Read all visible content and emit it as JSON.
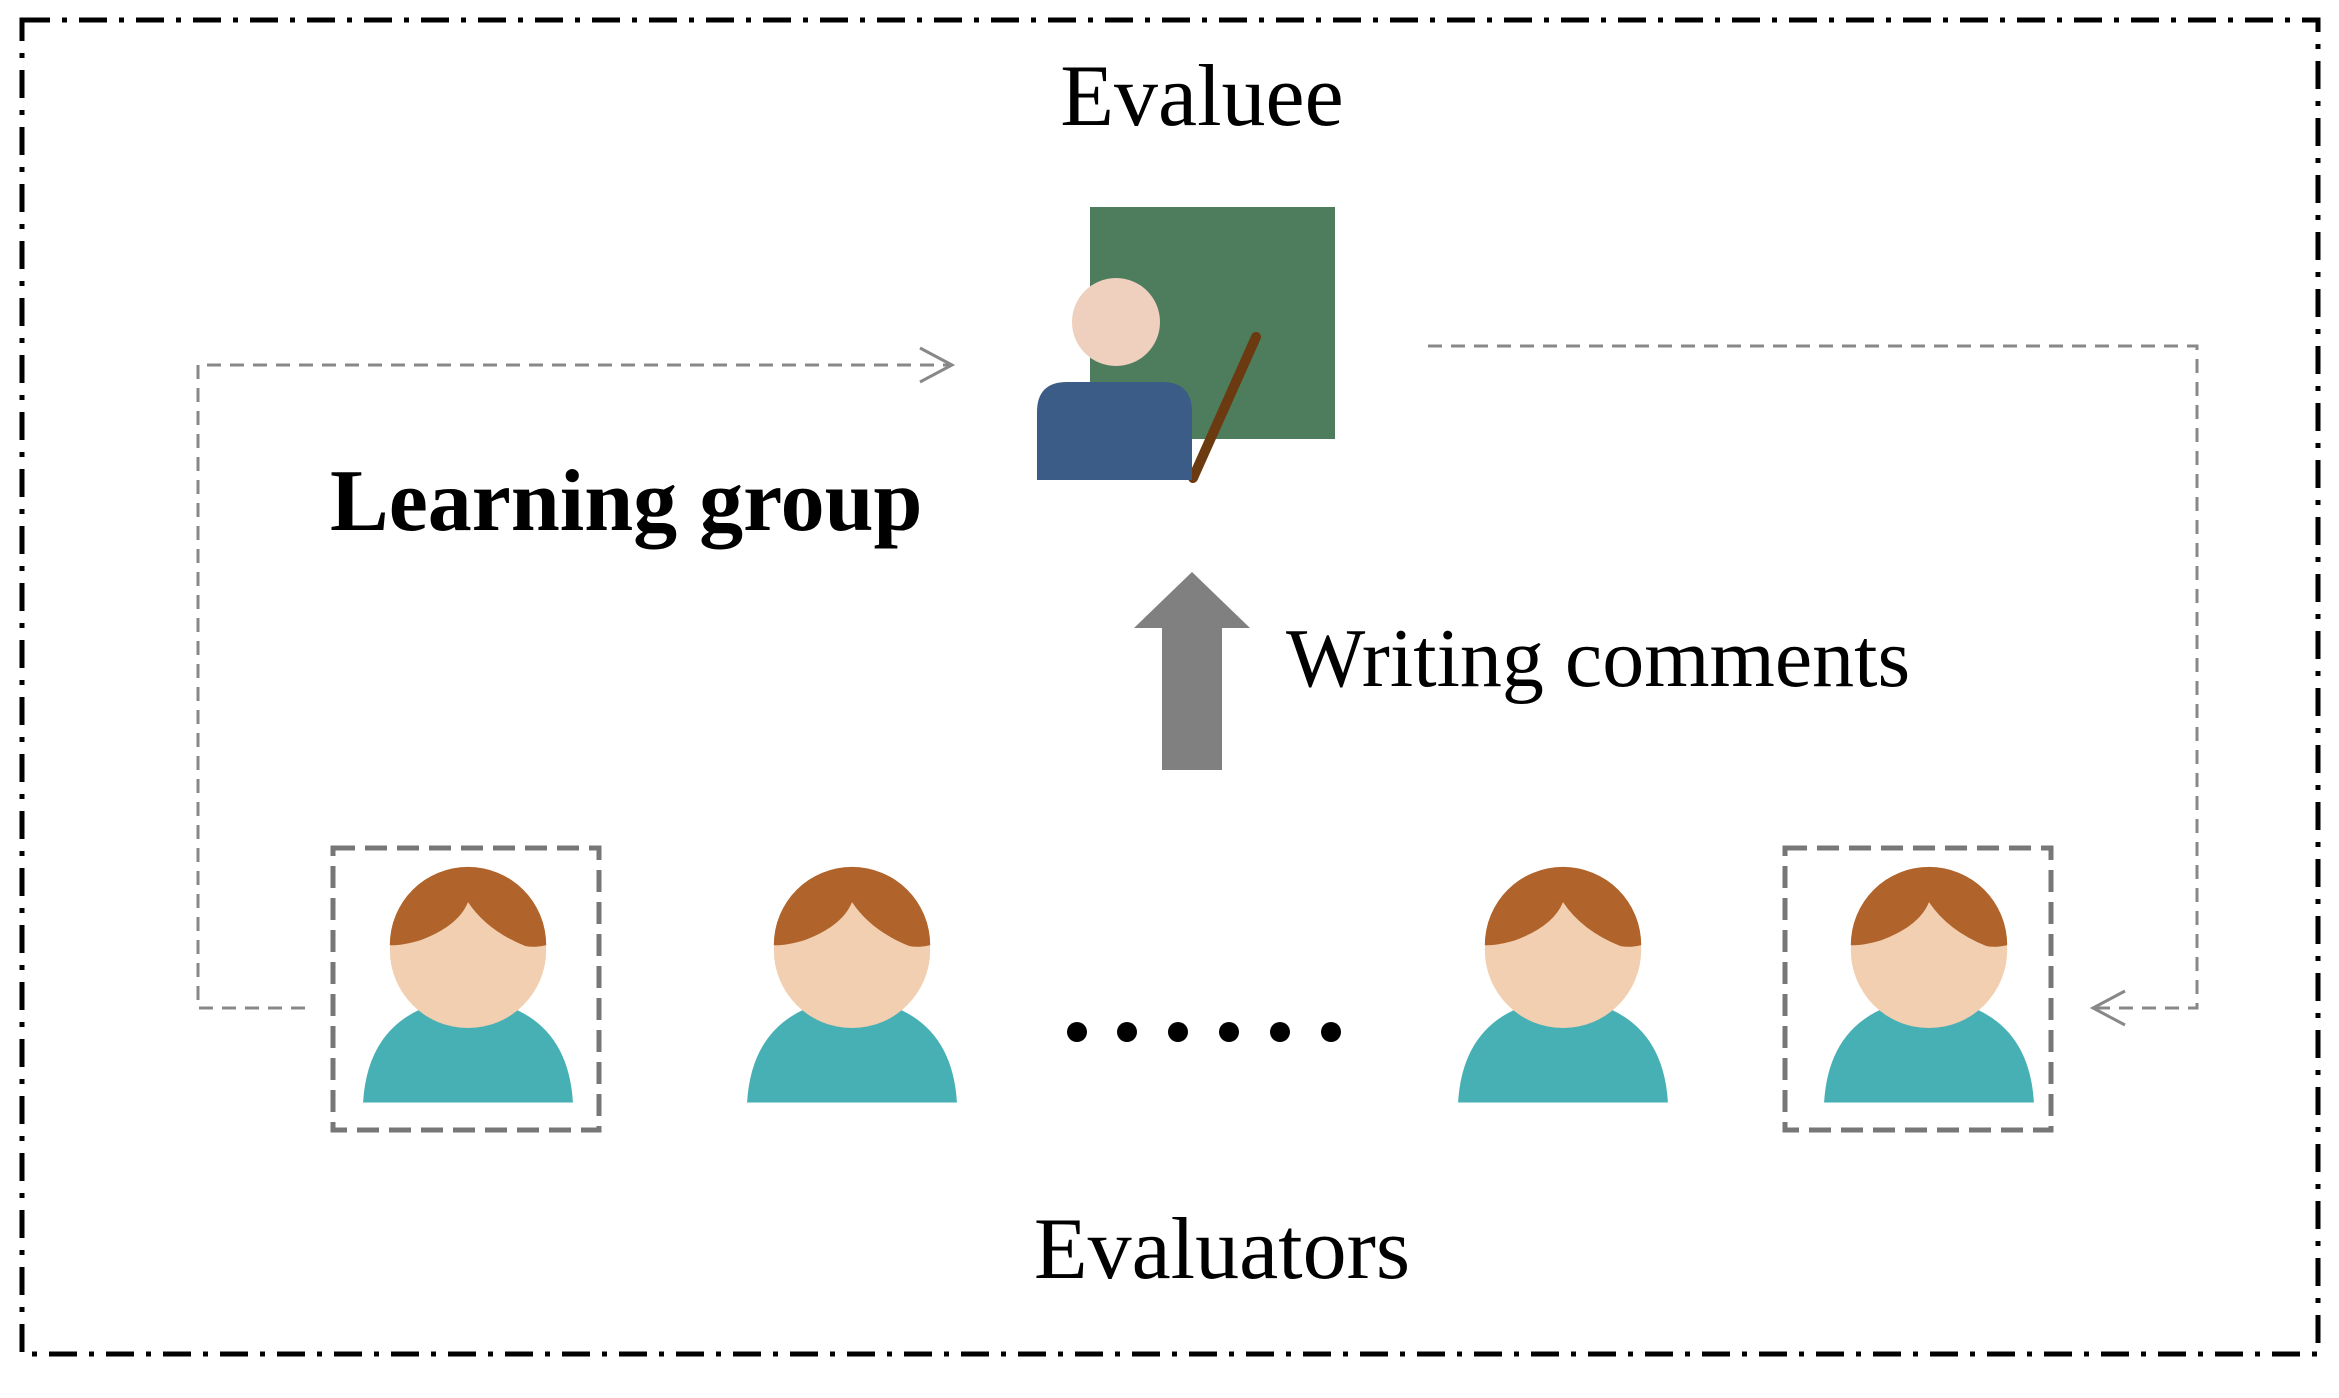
{
  "diagram": {
    "evaluee_label": "Evaluee",
    "group_label": "Learning group",
    "action_label": "Writing comments",
    "evaluators_label": "Evaluators"
  },
  "colors": {
    "board": "#4e7d5e",
    "pointer": "#6b3a10",
    "teacher_head": "#efcfbe",
    "teacher_body": "#3b5c86",
    "student_hair": "#b0642b",
    "student_face": "#f2cfb0",
    "student_shirt": "#47b0b5",
    "arrow": "#808080",
    "connector": "#888888",
    "frame": "#000000"
  },
  "icons": {
    "evaluee": "teacher-at-board-icon",
    "evaluator": "student-avatar-icon",
    "ellipsis": "ellipsis-dots-icon",
    "action": "up-arrow-icon"
  }
}
